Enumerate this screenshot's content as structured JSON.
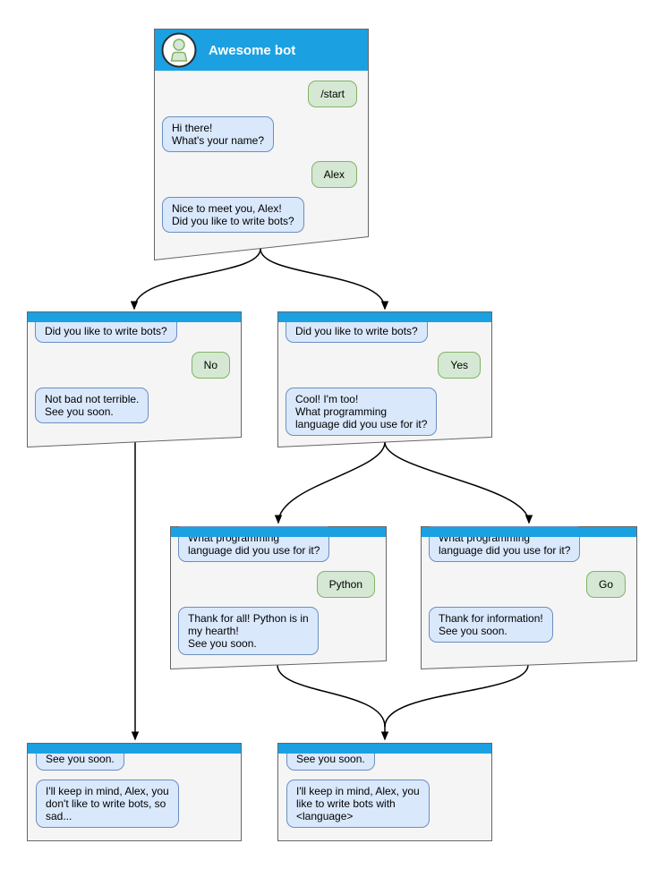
{
  "palette": {
    "header_blue": "#1BA1E2",
    "window_fill": "#F5F5F5",
    "frame_stroke": "#666666",
    "bot_bubble_fill": "#DAE8FC",
    "bot_bubble_stroke": "#6C8EBF",
    "user_bubble_fill": "#D5E8D4",
    "user_bubble_stroke": "#82B366",
    "arrow_color": "#000000",
    "title_color": "#FFFFFF"
  },
  "windows": [
    {
      "id": "root",
      "title": "Awesome bot",
      "messages": [
        {
          "from": "user",
          "text": "/start"
        },
        {
          "from": "bot",
          "text": "Hi there!\nWhat's your name?"
        },
        {
          "from": "user",
          "text": "Alex"
        },
        {
          "from": "bot",
          "text": "Nice to meet you, Alex!\nDid you like to write bots?"
        }
      ]
    },
    {
      "id": "branch-no",
      "messages": [
        {
          "from": "bot",
          "text": "Did you like to write bots?"
        },
        {
          "from": "user",
          "text": "No"
        },
        {
          "from": "bot",
          "text": "Not bad not terrible.\nSee you soon."
        }
      ]
    },
    {
      "id": "branch-yes",
      "messages": [
        {
          "from": "bot",
          "text": "Did you like to write bots?"
        },
        {
          "from": "user",
          "text": "Yes"
        },
        {
          "from": "bot",
          "text": "Cool! I'm too!\nWhat programming\nlanguage did you use for it?"
        }
      ]
    },
    {
      "id": "branch-python",
      "messages": [
        {
          "from": "bot",
          "text": "What programming\nlanguage did you use for it?"
        },
        {
          "from": "user",
          "text": "Python"
        },
        {
          "from": "bot",
          "text": "Thank for all! Python is in\nmy hearth!\nSee you soon."
        }
      ]
    },
    {
      "id": "branch-go",
      "messages": [
        {
          "from": "bot",
          "text": "What programming\nlanguage did you use for it?"
        },
        {
          "from": "user",
          "text": "Go"
        },
        {
          "from": "bot",
          "text": "Thank for information!\nSee you soon."
        }
      ]
    },
    {
      "id": "end-sad",
      "messages": [
        {
          "from": "bot",
          "text": "See you soon."
        },
        {
          "from": "bot",
          "text": "I'll keep in mind, Alex, you\ndon't like to write bots, so\nsad..."
        }
      ]
    },
    {
      "id": "end-language",
      "messages": [
        {
          "from": "bot",
          "text": "See you soon."
        },
        {
          "from": "bot",
          "text": "I'll keep in mind, Alex, you\nlike to write bots with\n<language>"
        }
      ]
    }
  ],
  "edges": [
    {
      "from": "root",
      "to": "branch-no"
    },
    {
      "from": "root",
      "to": "branch-yes"
    },
    {
      "from": "branch-yes",
      "to": "branch-python"
    },
    {
      "from": "branch-yes",
      "to": "branch-go"
    },
    {
      "from": "branch-no",
      "to": "end-sad"
    },
    {
      "from": "branch-python",
      "to": "end-language"
    },
    {
      "from": "branch-go",
      "to": "end-language"
    }
  ]
}
